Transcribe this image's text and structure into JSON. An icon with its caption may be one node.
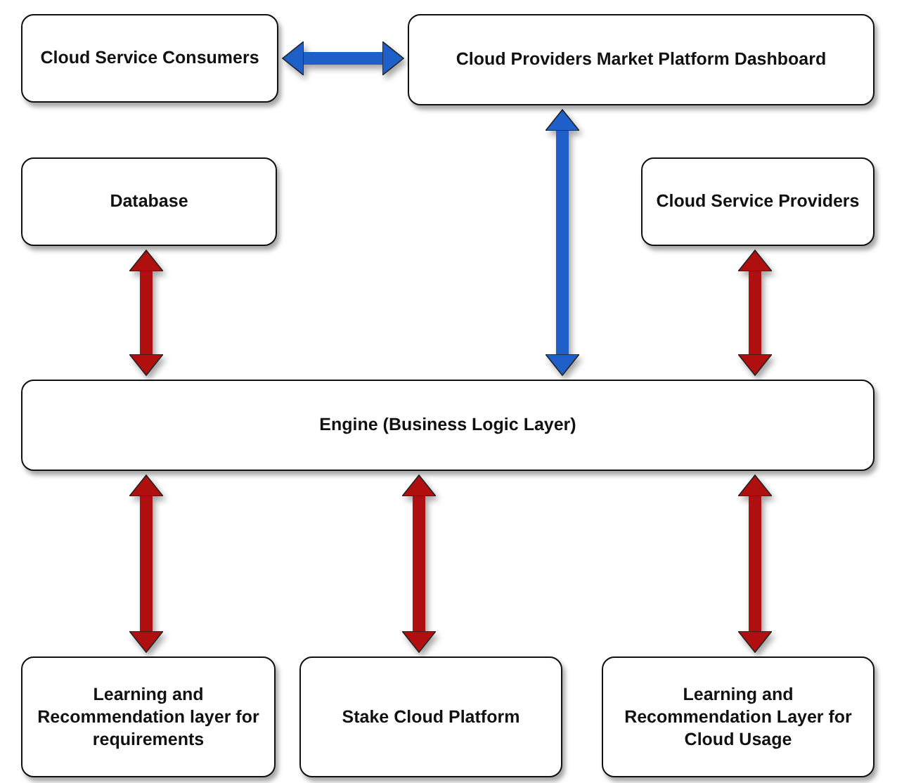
{
  "diagram": {
    "nodes": [
      {
        "text": [
          "Cloud Service Consumers"
        ]
      },
      {
        "text": [
          "Cloud Providers Market Platform Dashboard"
        ]
      },
      {
        "text": [
          "Database"
        ]
      },
      {
        "text": [
          "Cloud Service Providers"
        ]
      },
      {
        "text": [
          "Engine (Business Logic Layer)"
        ]
      },
      {
        "text": [
          "Learning and Recommendation layer for requirements"
        ]
      },
      {
        "text": [
          "Stake Cloud Platform"
        ]
      },
      {
        "text": [
          "Learning and Recommendation Layer for Cloud Usage"
        ]
      }
    ],
    "edges": [
      {
        "from": 0,
        "to": 1,
        "arrow": "both",
        "color": "#1f5fc8"
      },
      {
        "from": 1,
        "to": 4,
        "arrow": "both",
        "color": "#1f5fc8"
      },
      {
        "from": 2,
        "to": 4,
        "arrow": "both"
      },
      {
        "from": 3,
        "to": 4,
        "arrow": "both"
      },
      {
        "from": 4,
        "to": 5,
        "arrow": "both"
      },
      {
        "from": 4,
        "to": 6,
        "arrow": "both"
      },
      {
        "from": 4,
        "to": 7,
        "arrow": "both"
      }
    ]
  }
}
